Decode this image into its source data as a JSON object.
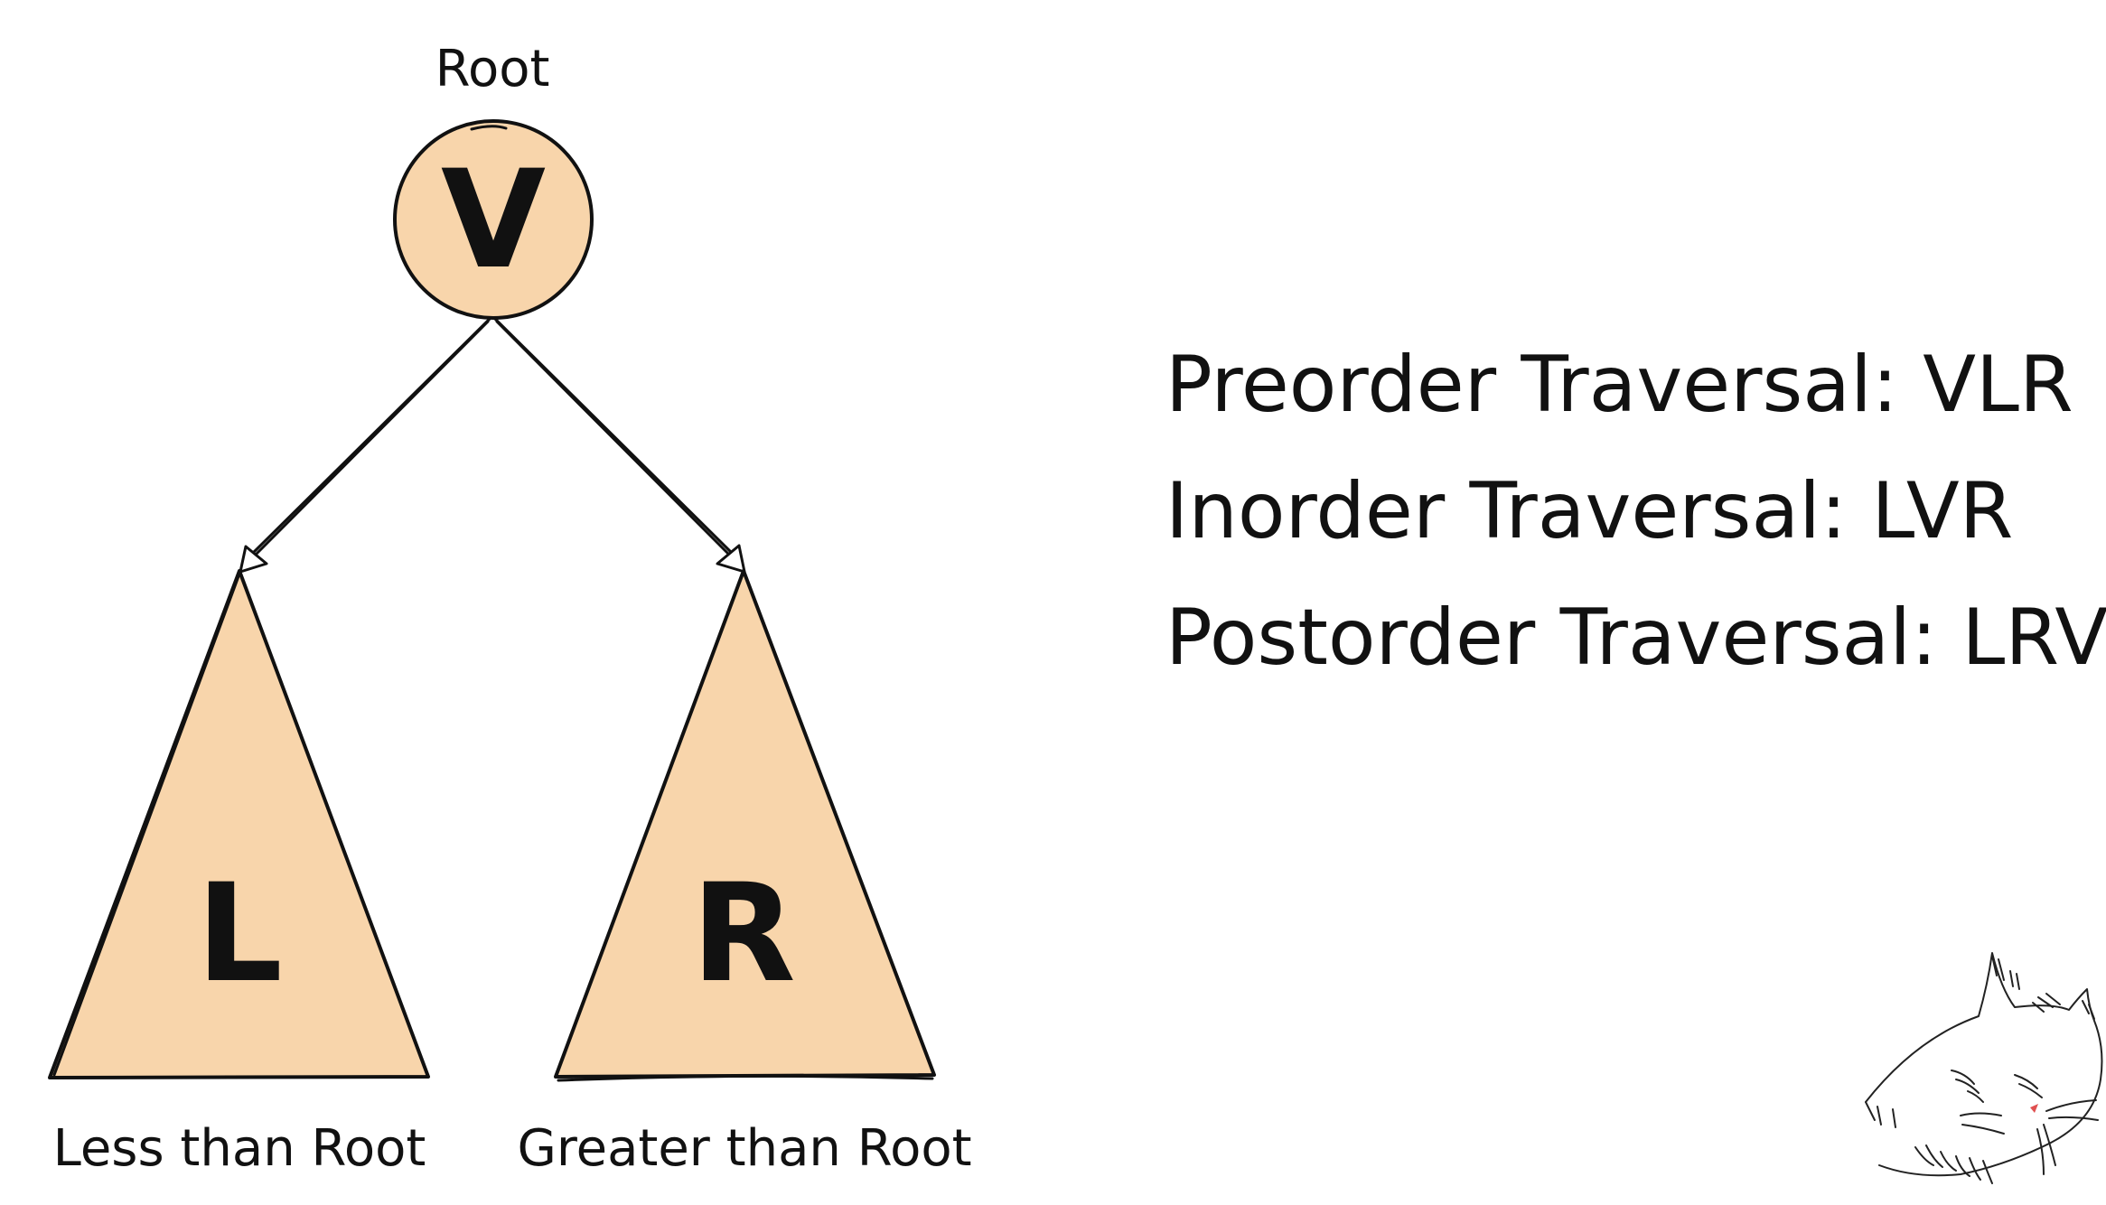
{
  "root": {
    "caption": "Root",
    "letter": "V"
  },
  "left_subtree": {
    "letter": "L",
    "caption": "Less than Root"
  },
  "right_subtree": {
    "letter": "R",
    "caption": "Greater than Root"
  },
  "traversals": [
    "Preorder Traversal: VLR",
    "Inorder Traversal: LVR",
    "Postorder Traversal: LRV"
  ],
  "colors": {
    "node_fill": "#f8d5ab",
    "stroke": "#111111",
    "background": "#ffffff",
    "cat_nose": "#e05050"
  },
  "icons": {
    "corner_doodle": "sleeping-cat-icon"
  }
}
